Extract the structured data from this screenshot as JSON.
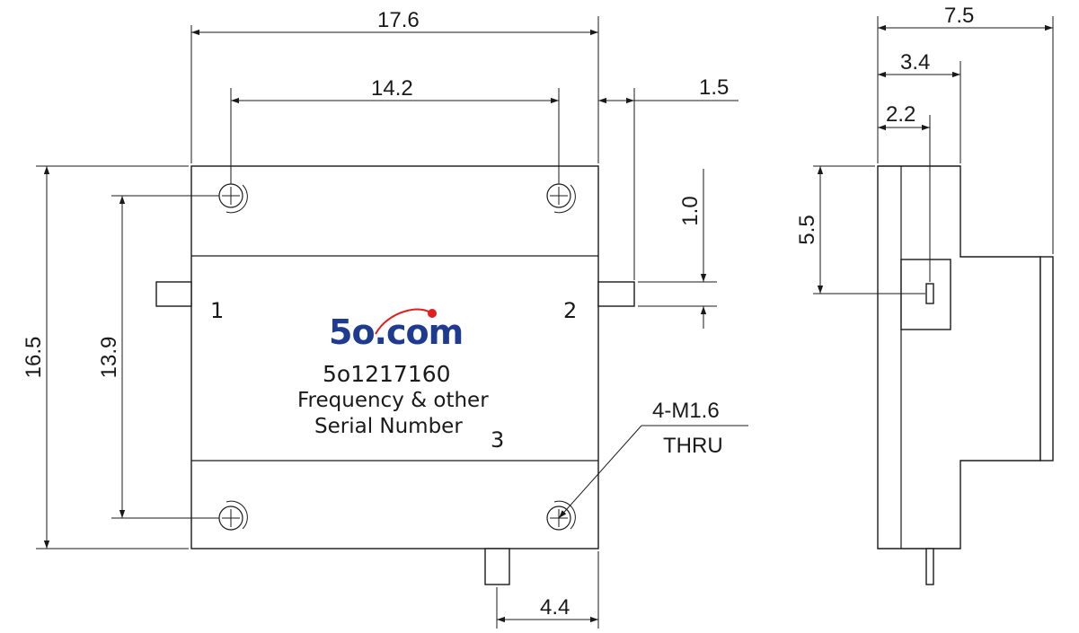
{
  "dimensions": {
    "width_total": "17.6",
    "hole_spacing_x": "14.2",
    "tab_offset": "1.5",
    "tab_width": "1.0",
    "height_total": "16.5",
    "hole_spacing_y": "13.9",
    "bottom_port_offset": "4.4",
    "side_depth_total": "7.5",
    "side_depth_mid": "3.4",
    "side_depth_pin": "2.2",
    "side_pin_height": "5.5"
  },
  "ports": {
    "p1": "1",
    "p2": "2",
    "p3": "3"
  },
  "hole_callout": {
    "thread": "4-M1.6",
    "note": "THRU"
  },
  "label": {
    "logo": "5o.com",
    "part_number": "5o1217160",
    "line2": "Frequency & other",
    "line3": "Serial Number"
  },
  "colors": {
    "logo_blue": "#1f3b8f",
    "logo_red": "#e02020",
    "line": "#1a1a1a"
  }
}
